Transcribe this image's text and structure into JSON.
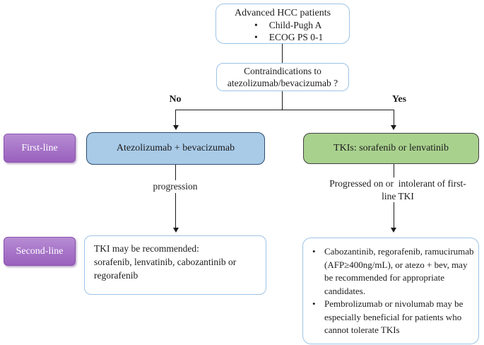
{
  "diagram": {
    "top_box": {
      "title": "Advanced HCC patients",
      "bullets": [
        "Child-Pugh A",
        "ECOG PS 0-1"
      ]
    },
    "question_box": {
      "text": "Contraindications to\natezolizumab/bevacizumab ?"
    },
    "branch": {
      "no": "No",
      "yes": "Yes"
    },
    "stage_labels": {
      "first": "First-line",
      "second": "Second-line"
    },
    "first_line": {
      "left_box": "Atezolizumab + bevacizumab",
      "right_box": "TKIs: sorafenib or lenvatinib"
    },
    "edge_labels": {
      "left": "progression",
      "right": "Progressed on or  intolerant of first-\nline TKI"
    },
    "second_line": {
      "left_box": "TKI may be recommended:\nsorafenib, lenvatinib, cabozantinib or\nregorafenib",
      "right_box_bullets": [
        "Cabozantinib, regorafenib, ramucirumab\n(AFP≥400ng/mL), or atezo + bev, may\nbe recommended for appropriate\ncandidates.",
        "Pembrolizumab or nivolumab may be\nespecially beneficial for patients who\ncannot tolerate TKIs"
      ]
    },
    "colors": {
      "stage_label_fill": "#a673c8",
      "stage_label_border": "#8b54ae",
      "first_left_fill": "#a9cbe8",
      "first_left_border": "#2f4d6e",
      "first_right_fill": "#a9d18e",
      "first_right_border": "#404040",
      "outline_box_border": "#9dc3e6",
      "line_color": "#1a1a1a"
    }
  }
}
